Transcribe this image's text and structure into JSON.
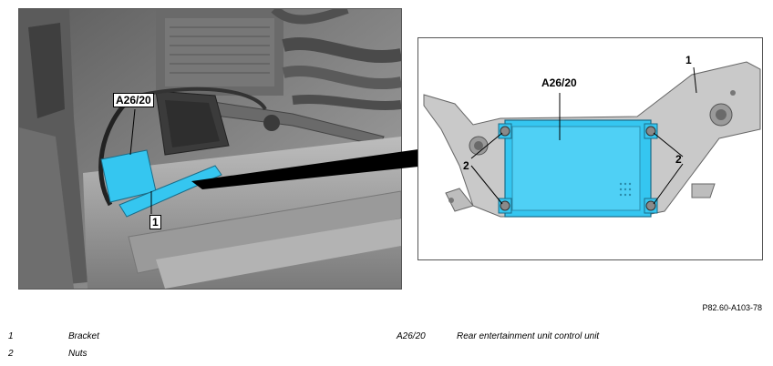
{
  "figure": {
    "reference_code": "P82.60-A103-78",
    "left_callouts": {
      "unit": "A26/20",
      "bracket": "1"
    },
    "right_callouts": {
      "unit": "A26/20",
      "bracket": "1",
      "nuts_left": "2",
      "nuts_right": "2"
    }
  },
  "legend": [
    {
      "key": "1",
      "text": "Bracket"
    },
    {
      "key": "2",
      "text": "Nuts"
    },
    {
      "key": "A26/20",
      "text": "Rear entertainment unit control unit"
    }
  ],
  "colors": {
    "highlight": "#35c6f0",
    "background": "#ffffff",
    "frame": "#555555"
  }
}
